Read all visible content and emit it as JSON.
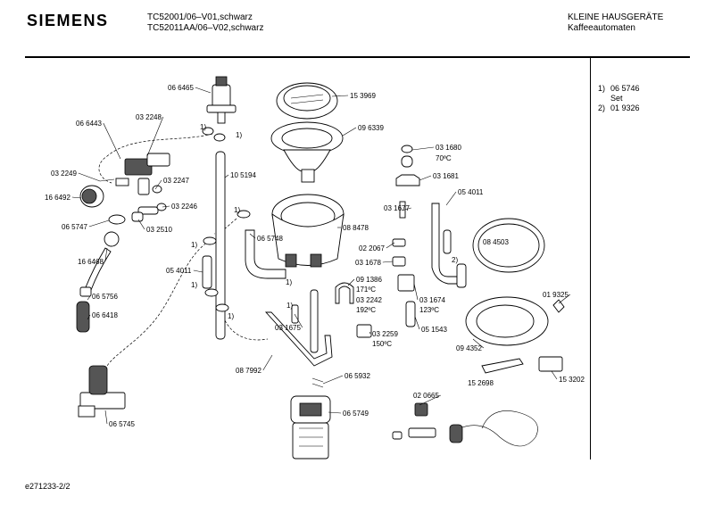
{
  "header": {
    "brand": "SIEMENS",
    "model_line_1": "TC52001/06–V01,schwarz",
    "model_line_2": "TC52011AA/06–V02,schwarz",
    "category_line_1": "KLEINE HAUSGERÄTE",
    "category_line_2": "Kaffeeautomaten"
  },
  "notes": [
    {
      "key": "1)",
      "value": "06 5746"
    },
    {
      "key": "",
      "value": "Set"
    },
    {
      "key": "2)",
      "value": "01 9326"
    }
  ],
  "footer": {
    "drawing_id": "e271233-2/2"
  },
  "part_labels": [
    "06 6465",
    "15 3969",
    "06 6443",
    "03 2248",
    "09 6339",
    "03 2249",
    "03 2247",
    "10 5194",
    "16 6492",
    "03 2246",
    "06 5747",
    "03 2510",
    "16 6468",
    "06 5748",
    "05 4011",
    "08 8478",
    "06 5756",
    "06 6418",
    "03 1675",
    "09 1386",
    "171ºC",
    "03 2242",
    "192ºC",
    "08 7992",
    "06 5932",
    "06 5749",
    "06 5745",
    "03 1680",
    "70ºC",
    "03 1681",
    "05 4011",
    "03 1677",
    "02 2067",
    "03 1678",
    "08 4503",
    "03 1674",
    "123ºC",
    "05 1543",
    "03 2259",
    "150ºC",
    "01 9325",
    "09 4352",
    "15 2698",
    "15 3202",
    "02 0665"
  ],
  "set_marker": "1)",
  "set_marker_2": "2)"
}
